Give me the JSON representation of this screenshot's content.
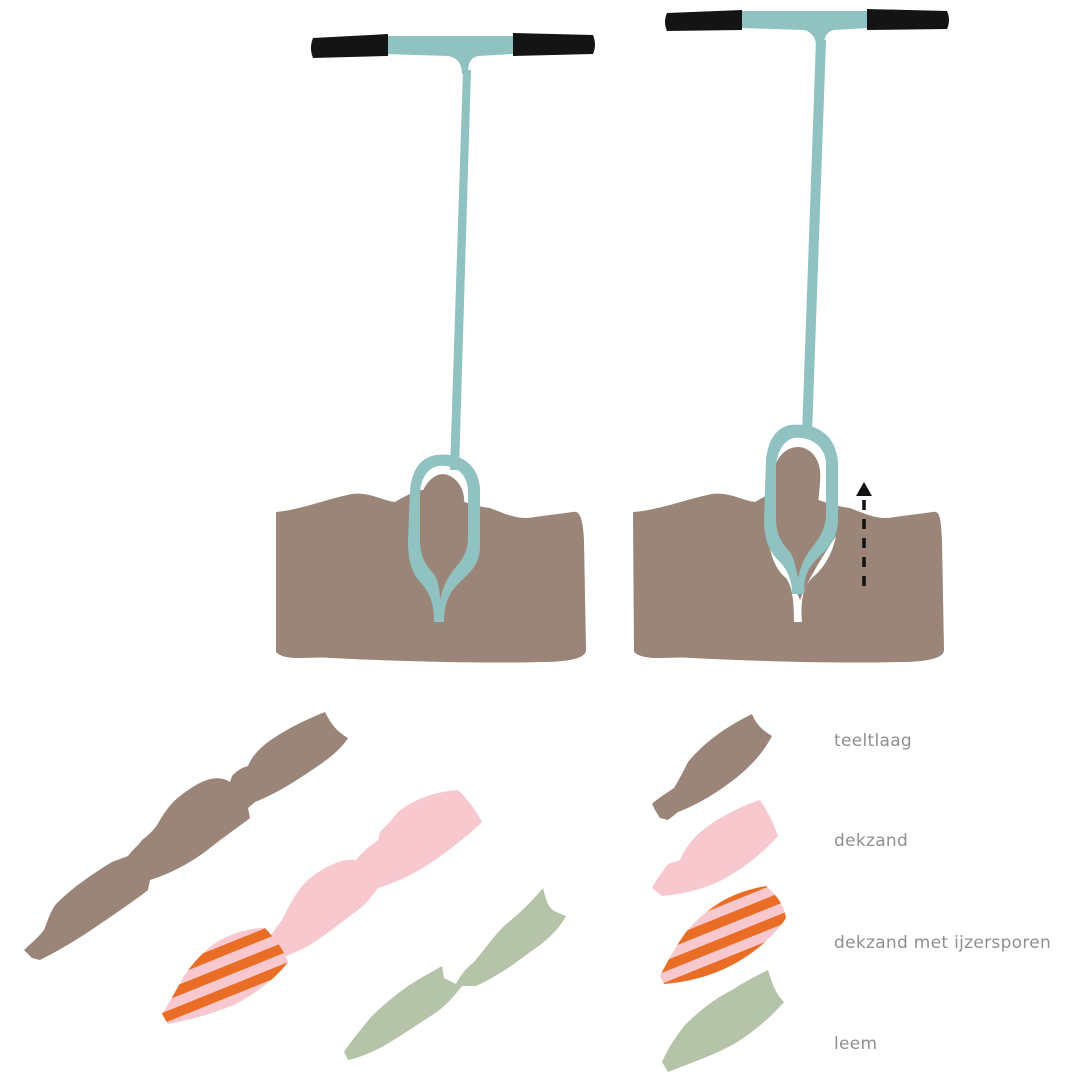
{
  "colors": {
    "soil": "#9b8478",
    "auger": "#8fc2c1",
    "handle": "#141414",
    "sand": "#f8c8cf",
    "iron": "#ea6d25",
    "loam": "#b5c3a8",
    "arrow": "#111111",
    "label": "#8f8f8f"
  },
  "icons": [
    "soil-auger-icon",
    "soil-block-icon",
    "upward-arrow-icon",
    "soil-core-icon"
  ],
  "legend": {
    "teeltlaag": "teeltlaag",
    "dekzand": "dekzand",
    "dekzand_ijzer": "dekzand met ijzersporen",
    "leem": "leem"
  }
}
